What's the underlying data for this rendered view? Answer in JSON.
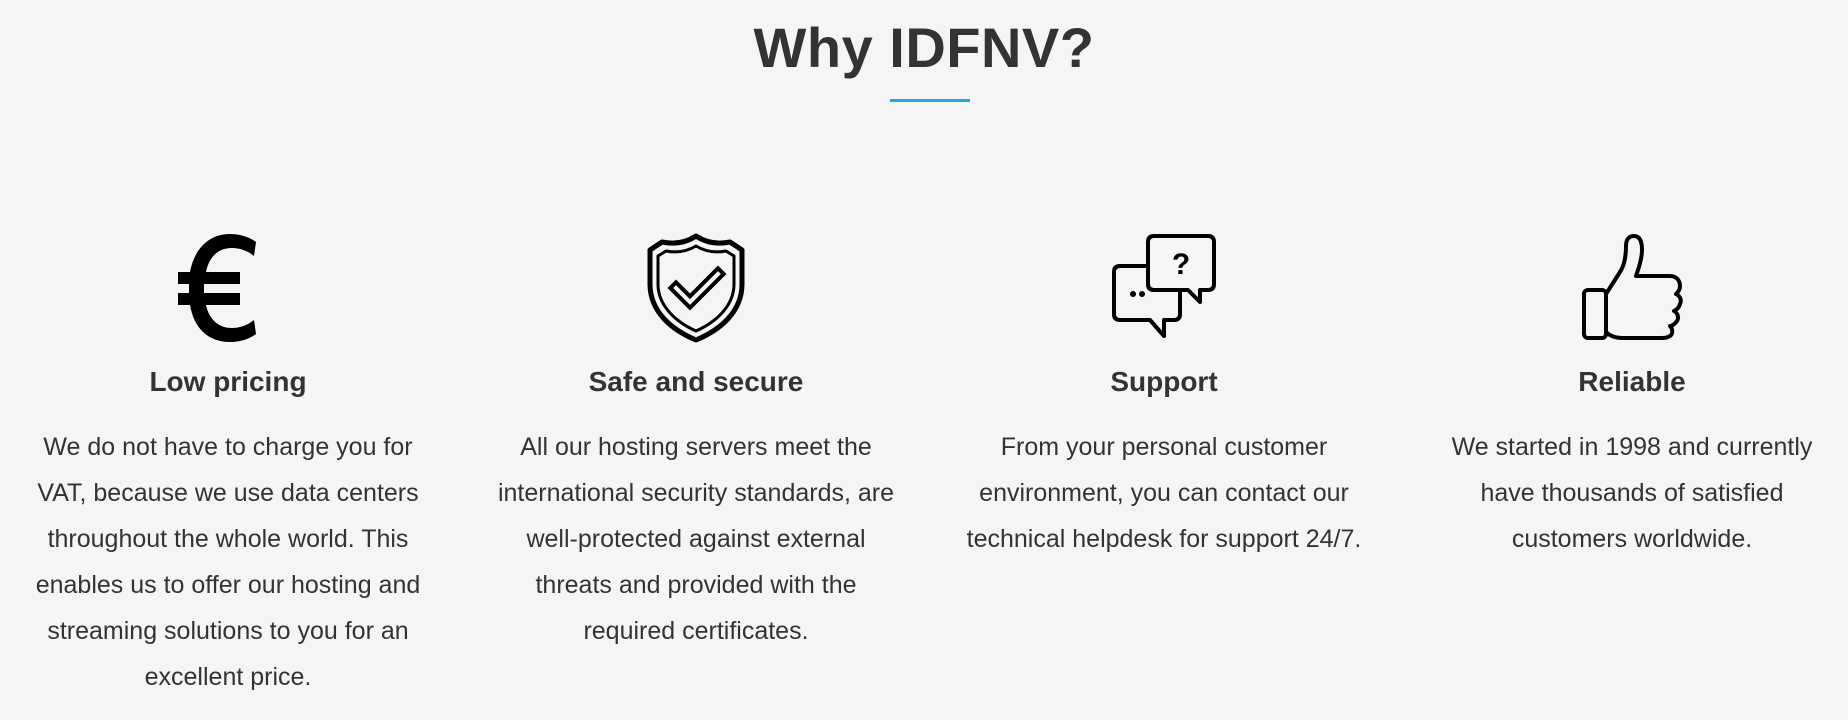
{
  "section": {
    "heading": "Why IDFNV?",
    "accent_color": "#1ea7e1"
  },
  "features": [
    {
      "icon": "euro-icon",
      "title": "Low pricing",
      "text": "We do not have to charge you for VAT, because we use data centers throughout the whole world. This enables us to offer our hosting and streaming solutions to you for an excellent price."
    },
    {
      "icon": "shield-check-icon",
      "title": "Safe and secure",
      "text": "All our hosting servers meet the international security standards, are well-protected against external threats and provided with the required certificates."
    },
    {
      "icon": "chat-bubbles-icon",
      "title": "Support",
      "text": "From your personal customer environment, you can contact our technical helpdesk for support 24/7."
    },
    {
      "icon": "thumbs-up-icon",
      "title": "Reliable",
      "text": "We started in 1998 and currently have thousands of satisfied customers worldwide."
    }
  ]
}
